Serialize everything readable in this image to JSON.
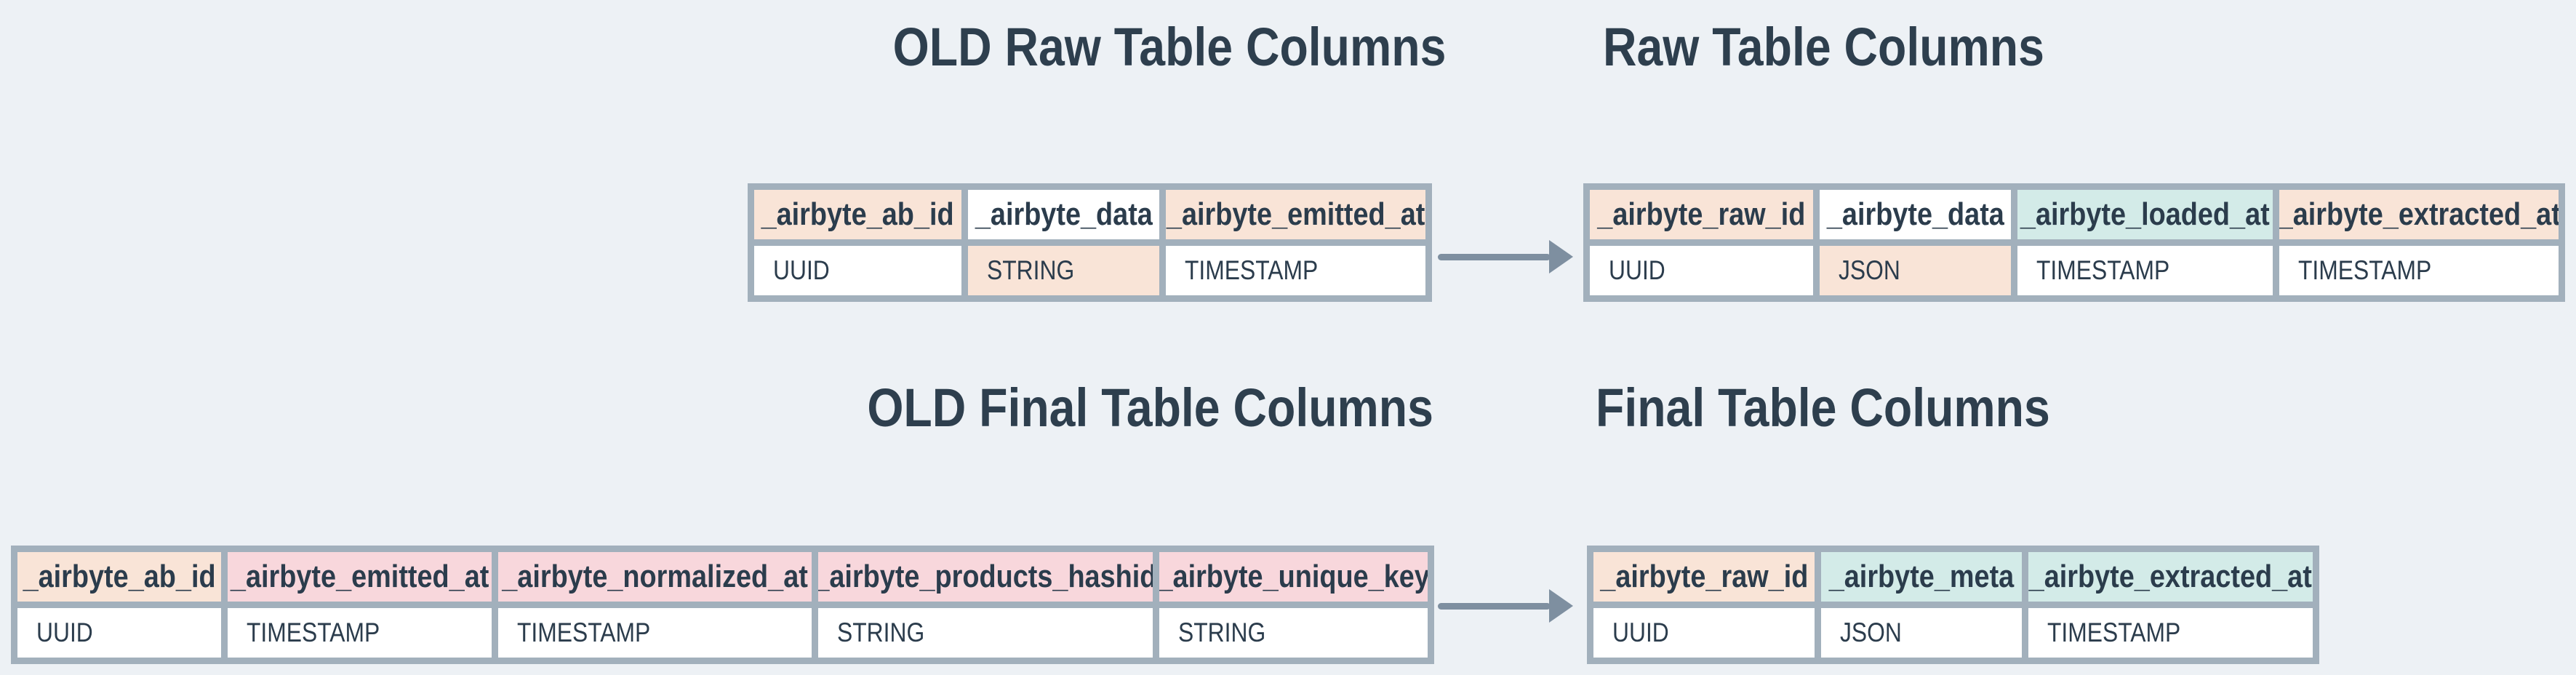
{
  "palette": {
    "background": "#edf1f5",
    "table_border": "#a2b0bc",
    "text": "#2b3c4c",
    "title_text": "#2e3f4e",
    "arrow": "#7e8fa0",
    "peach": "#f9e4d7",
    "teal": "#d3ebe8",
    "pink": "#f8d7dc",
    "white": "#ffffff"
  },
  "sections": {
    "old_raw": {
      "title": "OLD Raw Table Columns"
    },
    "raw": {
      "title": "Raw Table Columns"
    },
    "old_final": {
      "title": "OLD Final Table Columns"
    },
    "final": {
      "title": "Final Table Columns"
    }
  },
  "tables": {
    "old_raw": {
      "columns": [
        {
          "header": "_airbyte_ab_id",
          "type": "UUID",
          "header_hl": "peach",
          "type_hl": "white"
        },
        {
          "header": "_airbyte_data",
          "type": "STRING",
          "header_hl": "white",
          "type_hl": "peach"
        },
        {
          "header": "_airbyte_emitted_at",
          "type": "TIMESTAMP",
          "header_hl": "peach",
          "type_hl": "white"
        }
      ]
    },
    "raw": {
      "columns": [
        {
          "header": "_airbyte_raw_id",
          "type": "UUID",
          "header_hl": "peach",
          "type_hl": "white"
        },
        {
          "header": "_airbyte_data",
          "type": "JSON",
          "header_hl": "white",
          "type_hl": "peach"
        },
        {
          "header": "_airbyte_loaded_at",
          "type": "TIMESTAMP",
          "header_hl": "teal",
          "type_hl": "white"
        },
        {
          "header": "_airbyte_extracted_at",
          "type": "TIMESTAMP",
          "header_hl": "peach",
          "type_hl": "white"
        }
      ]
    },
    "old_final": {
      "columns": [
        {
          "header": "_airbyte_ab_id",
          "type": "UUID",
          "header_hl": "peach",
          "type_hl": "white"
        },
        {
          "header": "_airbyte_emitted_at",
          "type": "TIMESTAMP",
          "header_hl": "pink",
          "type_hl": "white"
        },
        {
          "header": "_airbyte_normalized_at",
          "type": "TIMESTAMP",
          "header_hl": "pink",
          "type_hl": "white"
        },
        {
          "header": "_airbyte_products_hashid",
          "type": "STRING",
          "header_hl": "pink",
          "type_hl": "white"
        },
        {
          "header": "_airbyte_unique_key",
          "type": "STRING",
          "header_hl": "pink",
          "type_hl": "white"
        }
      ]
    },
    "final": {
      "columns": [
        {
          "header": "_airbyte_raw_id",
          "type": "UUID",
          "header_hl": "peach",
          "type_hl": "white"
        },
        {
          "header": "_airbyte_meta",
          "type": "JSON",
          "header_hl": "teal",
          "type_hl": "white"
        },
        {
          "header": "_airbyte_extracted_at",
          "type": "TIMESTAMP",
          "header_hl": "teal",
          "type_hl": "white"
        }
      ]
    }
  }
}
